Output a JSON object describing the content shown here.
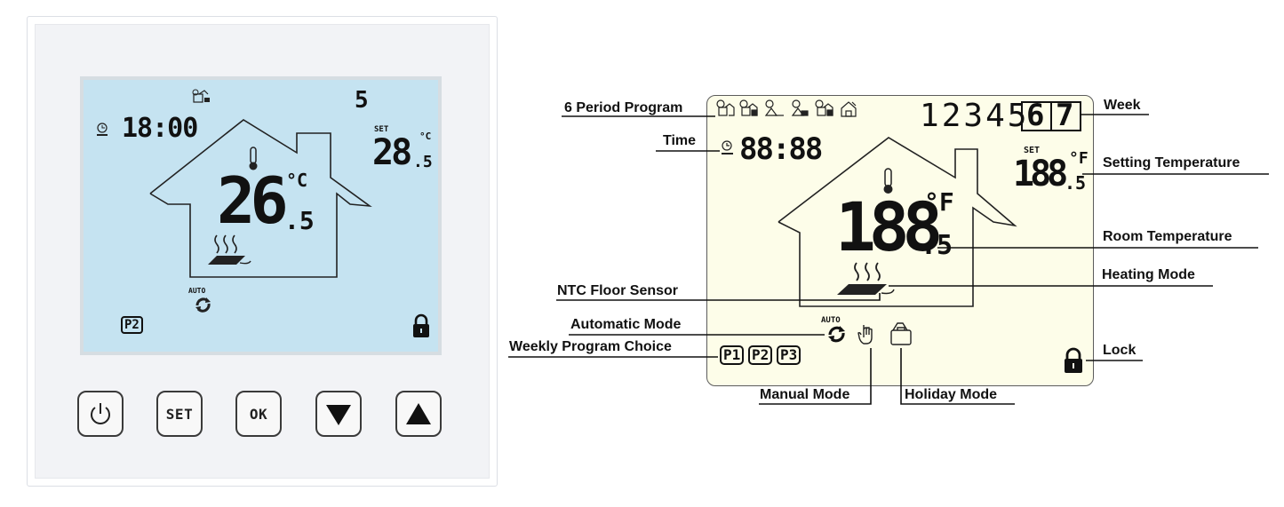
{
  "device": {
    "clock_value": "18:00",
    "day_number": "5",
    "set_label": "SET",
    "set_temp_int": "28",
    "set_temp_dec": ".5",
    "set_temp_unit": "°C",
    "room_temp_int": "26",
    "room_temp_dec": ".5",
    "room_temp_unit": "°C",
    "auto_label": "AUTO",
    "program_badge": "P2",
    "buttons": {
      "set_label": "SET",
      "ok_label": "OK"
    }
  },
  "diagram": {
    "week_days": [
      "1",
      "2",
      "3",
      "4",
      "5",
      "6",
      "7"
    ],
    "time_value": "88:88",
    "set_label": "SET",
    "set_temp_value": "188",
    "set_temp_dec": ".5",
    "set_temp_unit": "°F",
    "room_temp_value": "188",
    "room_temp_dec": ".5",
    "room_temp_unit": "°F",
    "auto_label": "AUTO",
    "program_badges": [
      "P1",
      "P2",
      "P3"
    ],
    "labels": {
      "six_period_program": "6 Period Program",
      "time": "Time",
      "week": "Week",
      "setting_temperature": "Setting Temperature",
      "room_temperature": "Room Temperature",
      "heating_mode": "Heating Mode",
      "ntc_floor_sensor": "NTC Floor Sensor",
      "automatic_mode": "Automatic Mode",
      "weekly_program_choice": "Weekly Program Choice",
      "lock": "Lock",
      "manual_mode": "Manual Mode",
      "holiday_mode": "Holiday Mode"
    }
  },
  "colors": {
    "screen_bg": "#c5e3f1",
    "lcd_bg": "#fdfde9",
    "ink": "#111111"
  }
}
